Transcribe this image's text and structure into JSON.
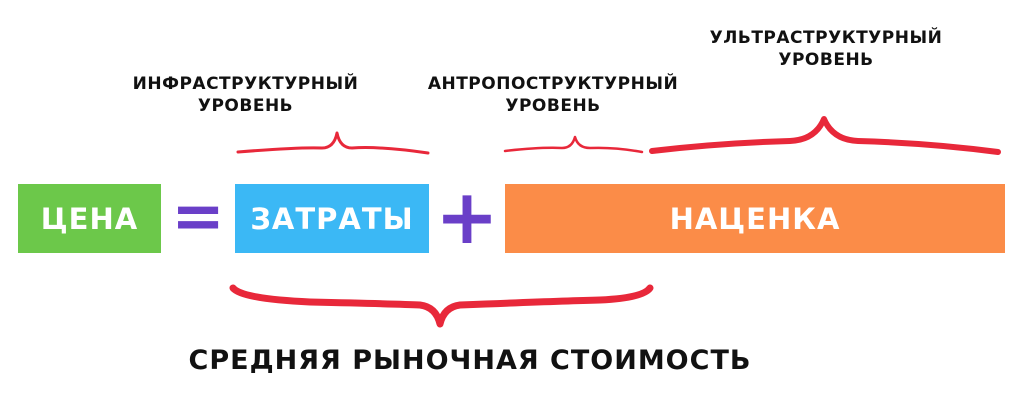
{
  "labels": {
    "infrastructure": "ИНФРАСТРУКТУРНЫЙ\nУРОВЕНЬ",
    "anthropostructure": "АНТРОПОСТРУКТУРНЫЙ\nУРОВЕНЬ",
    "ultrastructure": "УЛЬТРАСТРУКТУРНЫЙ\nУРОВЕНЬ"
  },
  "formula": {
    "price": "ЦЕНА",
    "equals": "=",
    "costs": "ЗАТРАТЫ",
    "plus": "+",
    "markup": "НАЦЕНКА"
  },
  "bottom": {
    "caption": "СРЕДНЯЯ РЫНОЧНАЯ СТОИМОСТЬ"
  },
  "colors": {
    "price_box": "#6cc84a",
    "costs_box": "#3bb8f5",
    "markup_box": "#fb8c48",
    "operator": "#6a3fc8",
    "brace": "#e8283a"
  }
}
